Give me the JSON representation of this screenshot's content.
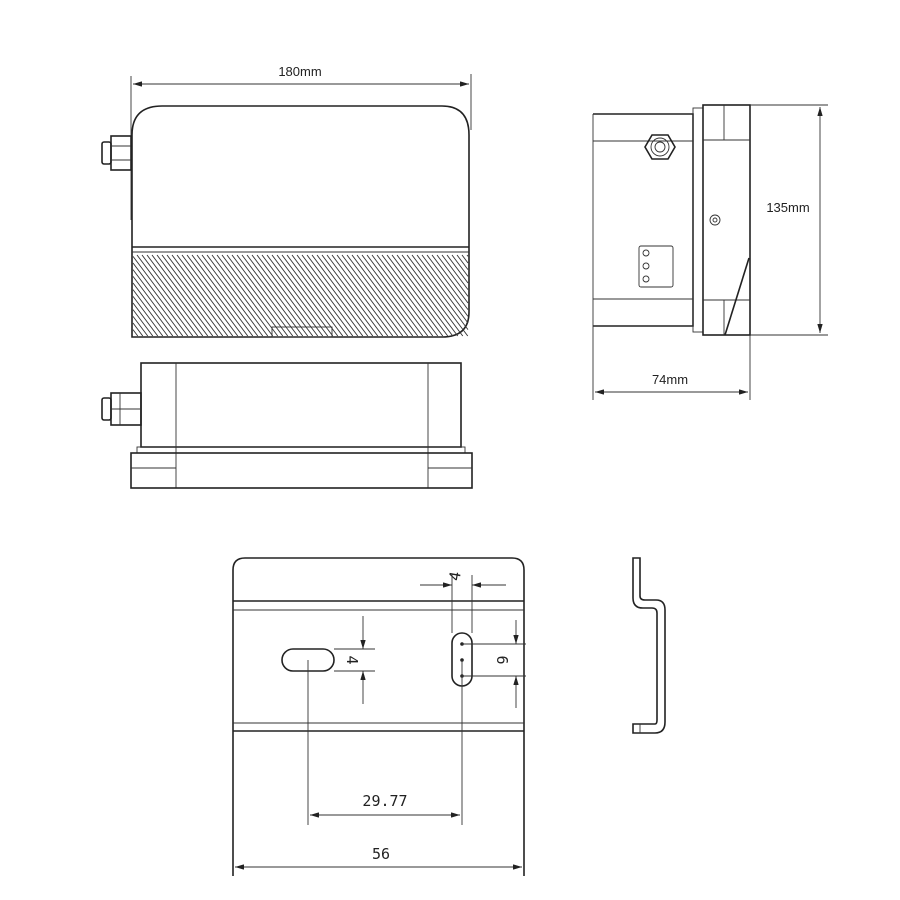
{
  "dimensions": {
    "width_label": "180mm",
    "height_label": "135mm",
    "depth_label": "74mm"
  },
  "bracket": {
    "slot_width_label": "4",
    "left_slot_height_label": "4",
    "right_slot_height_label": "6",
    "hole_spacing_label": "29.77",
    "total_width_label": "56"
  }
}
